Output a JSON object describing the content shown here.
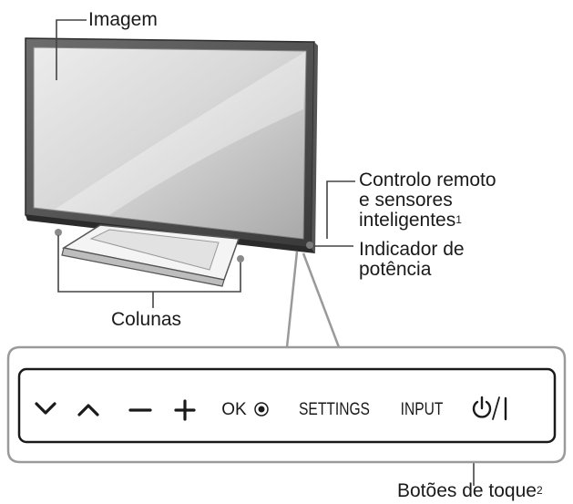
{
  "labels": {
    "imagem": "Imagem",
    "controlo_line1": "Controlo remoto",
    "controlo_line2": "e sensores",
    "controlo_line3": "inteligentes",
    "controlo_note": "1",
    "indicador_line1": "Indicador de",
    "indicador_line2": "potência",
    "colunas": "Colunas",
    "botoes": "Botões de toque",
    "botoes_note": "2"
  },
  "touch_buttons": {
    "down": "⌵",
    "up": "^",
    "minus": "–",
    "plus": "+",
    "ok": "OK",
    "settings": "SETTINGS",
    "input": "INPUT",
    "power": "/|"
  }
}
